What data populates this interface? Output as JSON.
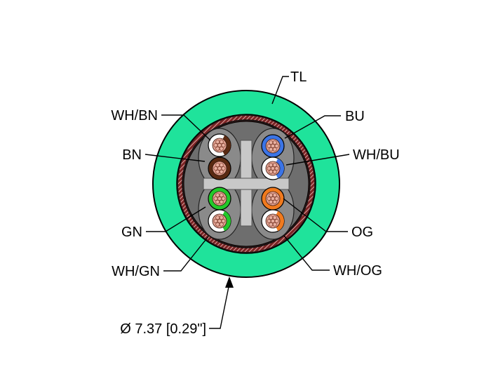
{
  "labels": {
    "jacket": "TL",
    "wh_bn": "WH/BN",
    "bn": "BN",
    "gn": "GN",
    "wh_gn": "WH/GN",
    "bu": "BU",
    "wh_bu": "WH/BU",
    "og": "OG",
    "wh_og": "WH/OG",
    "diameter": "Ø 7.37 [0.29\"]"
  },
  "colors": {
    "jacket": "#1FE39B",
    "shield": "#8B2A2A",
    "core_fill": "#6E6E6E",
    "separator": "#C8C8C8",
    "brown": "#5A2A12",
    "blue": "#3B74E6",
    "green": "#22C92A",
    "orange": "#F07A1E",
    "white": "#FFFFFF",
    "copper": "#E0A090"
  },
  "icons": [
    "arrow-icon"
  ]
}
